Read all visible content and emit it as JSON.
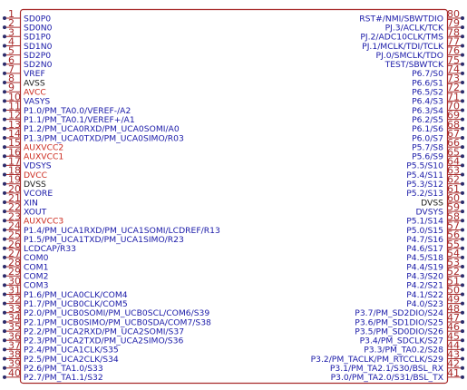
{
  "colors": {
    "body_border": "#a82b2b",
    "pin_wire": "#a82b2b",
    "pin_number": "#a82b2b",
    "pin_dot": "#2b2b6b",
    "signal_text": "#1a1aa8",
    "power_text": "#cc2a1e",
    "ground_text": "#1a1a1a"
  },
  "schematic": {
    "left_pins": [
      {
        "number": "1",
        "name": "SD0P0",
        "kind": "signal"
      },
      {
        "number": "2",
        "name": "SD0N0",
        "kind": "signal"
      },
      {
        "number": "3",
        "name": "SD1P0",
        "kind": "signal"
      },
      {
        "number": "4",
        "name": "SD1N0",
        "kind": "signal"
      },
      {
        "number": "5",
        "name": "SD2P0",
        "kind": "signal"
      },
      {
        "number": "6",
        "name": "SD2N0",
        "kind": "signal"
      },
      {
        "number": "7",
        "name": "VREF",
        "kind": "signal"
      },
      {
        "number": "8",
        "name": "AVSS",
        "kind": "ground"
      },
      {
        "number": "9",
        "name": "AVCC",
        "kind": "power"
      },
      {
        "number": "10",
        "name": "VASYS",
        "kind": "signal"
      },
      {
        "number": "11",
        "name": "P1.0/PM_TA0.0/VEREF-/A2",
        "kind": "signal"
      },
      {
        "number": "12",
        "name": "P1.1/PM_TA0.1/VEREF+/A1",
        "kind": "signal"
      },
      {
        "number": "13",
        "name": "P1.2/PM_UCA0RXD/PM_UCA0SOMI/A0",
        "kind": "signal"
      },
      {
        "number": "14",
        "name": "P1.3/PM_UCA0TXD/PM_UCA0SIMO/R03",
        "kind": "signal"
      },
      {
        "number": "15",
        "name": "AUXVCC2",
        "kind": "power"
      },
      {
        "number": "16",
        "name": "AUXVCC1",
        "kind": "power"
      },
      {
        "number": "17",
        "name": "VDSYS",
        "kind": "signal"
      },
      {
        "number": "18",
        "name": "DVCC",
        "kind": "power"
      },
      {
        "number": "19",
        "name": "DVSS",
        "kind": "ground"
      },
      {
        "number": "20",
        "name": "VCORE",
        "kind": "signal"
      },
      {
        "number": "21",
        "name": "XIN",
        "kind": "signal"
      },
      {
        "number": "22",
        "name": "XOUT",
        "kind": "signal"
      },
      {
        "number": "23",
        "name": "AUXVCC3",
        "kind": "power"
      },
      {
        "number": "24",
        "name": "P1.4/PM_UCA1RXD/PM_UCA1SOMI/LCDREF/R13",
        "kind": "signal"
      },
      {
        "number": "25",
        "name": "P1.5/PM_UCA1TXD/PM_UCA1SIMO/R23",
        "kind": "signal"
      },
      {
        "number": "26",
        "name": "LCDCAP/R33",
        "kind": "signal"
      },
      {
        "number": "27",
        "name": "COM0",
        "kind": "signal"
      },
      {
        "number": "28",
        "name": "COM1",
        "kind": "signal"
      },
      {
        "number": "29",
        "name": "COM2",
        "kind": "signal"
      },
      {
        "number": "30",
        "name": "COM3",
        "kind": "signal"
      },
      {
        "number": "31",
        "name": "P1.6/PM_UCA0CLK/COM4",
        "kind": "signal"
      },
      {
        "number": "32",
        "name": "P1.7/PM_UCB0CLK/COM5",
        "kind": "signal"
      },
      {
        "number": "33",
        "name": "P2.0/PM_UCB0SOMI/PM_UCB0SCL/COM6/S39",
        "kind": "signal"
      },
      {
        "number": "34",
        "name": "P2.1/PM_UCB0SIMO/PM_UCB0SDA/COM7/S38",
        "kind": "signal"
      },
      {
        "number": "35",
        "name": "P2.2/PM_UCA2RXD/PM_UCA2SOMI/S37",
        "kind": "signal"
      },
      {
        "number": "36",
        "name": "P2.3/PM_UCA2TXD/PM_UCA2SIMO/S36",
        "kind": "signal"
      },
      {
        "number": "37",
        "name": "P2.4/PM_UCA1CLK/S35",
        "kind": "signal"
      },
      {
        "number": "38",
        "name": "P2.5/PM_UCA2CLK/S34",
        "kind": "signal"
      },
      {
        "number": "39",
        "name": "P2.6/PM_TA1.0/S33",
        "kind": "signal"
      },
      {
        "number": "40",
        "name": "P2.7/PM_TA1.1/S32",
        "kind": "signal"
      }
    ],
    "right_pins": [
      {
        "number": "80",
        "name": "RST#/NMI/SBWTDIO",
        "kind": "signal"
      },
      {
        "number": "79",
        "name": "PJ.3/ACLK/TCK",
        "kind": "signal"
      },
      {
        "number": "78",
        "name": "PJ.2/ADC10CLK/TMS",
        "kind": "signal"
      },
      {
        "number": "77",
        "name": "PJ.1/MCLK/TDI/TCLK",
        "kind": "signal"
      },
      {
        "number": "76",
        "name": "PJ.0/SMCLK/TDO",
        "kind": "signal"
      },
      {
        "number": "75",
        "name": "TEST/SBWTCK",
        "kind": "signal"
      },
      {
        "number": "74",
        "name": "P6.7/S0",
        "kind": "signal"
      },
      {
        "number": "73",
        "name": "P6.6/S1",
        "kind": "signal"
      },
      {
        "number": "72",
        "name": "P6.5/S2",
        "kind": "signal"
      },
      {
        "number": "71",
        "name": "P6.4/S3",
        "kind": "signal"
      },
      {
        "number": "70",
        "name": "P6.3/S4",
        "kind": "signal"
      },
      {
        "number": "69",
        "name": "P6.2/S5",
        "kind": "signal"
      },
      {
        "number": "68",
        "name": "P6.1/S6",
        "kind": "signal"
      },
      {
        "number": "67",
        "name": "P6.0/S7",
        "kind": "signal"
      },
      {
        "number": "66",
        "name": "P5.7/S8",
        "kind": "signal"
      },
      {
        "number": "65",
        "name": "P5.6/S9",
        "kind": "signal"
      },
      {
        "number": "64",
        "name": "P5.5/S10",
        "kind": "signal"
      },
      {
        "number": "63",
        "name": "P5.4/S11",
        "kind": "signal"
      },
      {
        "number": "62",
        "name": "P5.3/S12",
        "kind": "signal"
      },
      {
        "number": "61",
        "name": "P5.2/S13",
        "kind": "signal"
      },
      {
        "number": "60",
        "name": "DVSS",
        "kind": "ground"
      },
      {
        "number": "59",
        "name": "DVSYS",
        "kind": "signal"
      },
      {
        "number": "58",
        "name": "P5.1/S14",
        "kind": "signal"
      },
      {
        "number": "57",
        "name": "P5.0/S15",
        "kind": "signal"
      },
      {
        "number": "56",
        "name": "P4.7/S16",
        "kind": "signal"
      },
      {
        "number": "55",
        "name": "P4.6/S17",
        "kind": "signal"
      },
      {
        "number": "54",
        "name": "P4.5/S18",
        "kind": "signal"
      },
      {
        "number": "53",
        "name": "P4.4/S19",
        "kind": "signal"
      },
      {
        "number": "52",
        "name": "P4.3/S20",
        "kind": "signal"
      },
      {
        "number": "51",
        "name": "P4.2/S21",
        "kind": "signal"
      },
      {
        "number": "50",
        "name": "P4.1/S22",
        "kind": "signal"
      },
      {
        "number": "49",
        "name": "P4.0/S23",
        "kind": "signal"
      },
      {
        "number": "48",
        "name": "P3.7/PM_SD2DIO/S24",
        "kind": "signal"
      },
      {
        "number": "47",
        "name": "P3.6/PM_SD1DIO/S25",
        "kind": "signal"
      },
      {
        "number": "46",
        "name": "P3.5/PM_SD0DIO/S26",
        "kind": "signal"
      },
      {
        "number": "45",
        "name": "P3.4/PM_SDCLK/S27",
        "kind": "signal"
      },
      {
        "number": "44",
        "name": "P3.3/PM_TA0.2/S28",
        "kind": "signal"
      },
      {
        "number": "43",
        "name": "P3.2/PM_TACLK/PM_RTCCLK/S29",
        "kind": "signal"
      },
      {
        "number": "42",
        "name": "P3.1/PM_TA2.1/S30/BSL_RX",
        "kind": "signal"
      },
      {
        "number": "41",
        "name": "P3.0/PM_TA2.0/S31/BSL_TX",
        "kind": "signal"
      }
    ]
  }
}
